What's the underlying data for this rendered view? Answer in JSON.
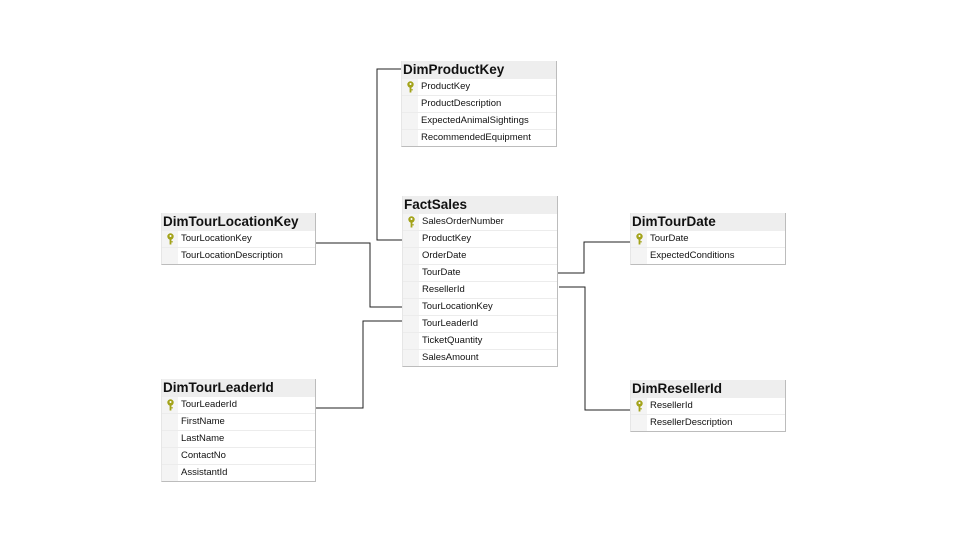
{
  "tables": {
    "product": {
      "title": "DimProductKey",
      "fields": [
        {
          "name": "ProductKey",
          "key": true
        },
        {
          "name": "ProductDescription",
          "key": false
        },
        {
          "name": "ExpectedAnimalSightings",
          "key": false
        },
        {
          "name": "RecommendedEquipment",
          "key": false
        }
      ]
    },
    "fact": {
      "title": "FactSales",
      "fields": [
        {
          "name": "SalesOrderNumber",
          "key": true
        },
        {
          "name": "ProductKey",
          "key": false
        },
        {
          "name": "OrderDate",
          "key": false
        },
        {
          "name": "TourDate",
          "key": false
        },
        {
          "name": "ResellerId",
          "key": false
        },
        {
          "name": "TourLocationKey",
          "key": false
        },
        {
          "name": "TourLeaderId",
          "key": false
        },
        {
          "name": "TicketQuantity",
          "key": false
        },
        {
          "name": "SalesAmount",
          "key": false
        }
      ]
    },
    "location": {
      "title": "DimTourLocationKey",
      "fields": [
        {
          "name": "TourLocationKey",
          "key": true
        },
        {
          "name": "TourLocationDescription",
          "key": false
        }
      ]
    },
    "tourdate": {
      "title": "DimTourDate",
      "fields": [
        {
          "name": "TourDate",
          "key": true
        },
        {
          "name": "ExpectedConditions",
          "key": false
        }
      ]
    },
    "leader": {
      "title": "DimTourLeaderId",
      "fields": [
        {
          "name": "TourLeaderId",
          "key": true
        },
        {
          "name": "FirstName",
          "key": false
        },
        {
          "name": "LastName",
          "key": false
        },
        {
          "name": "ContactNo",
          "key": false
        },
        {
          "name": "AssistantId",
          "key": false
        }
      ]
    },
    "reseller": {
      "title": "DimResellerId",
      "fields": [
        {
          "name": "ResellerId",
          "key": true
        },
        {
          "name": "ResellerDescription",
          "key": false
        }
      ]
    }
  },
  "colors": {
    "connector": "#222222",
    "key_icon": "#a3a31a",
    "header_bg": "#eeeeee"
  },
  "icons": {
    "primary_key": "key-icon"
  }
}
